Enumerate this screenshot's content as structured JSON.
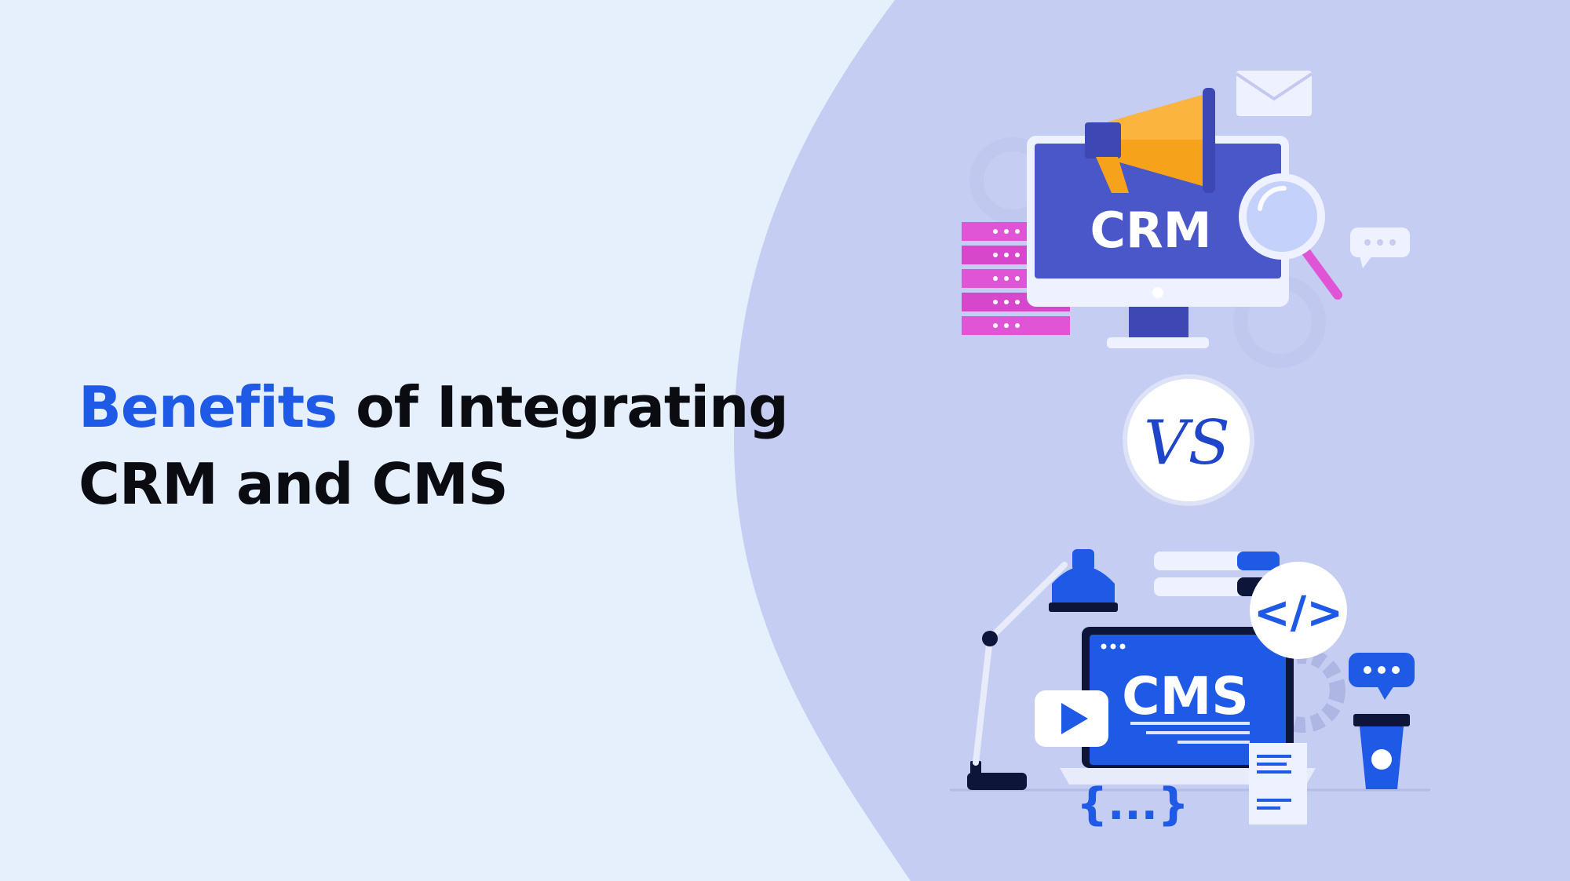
{
  "headline": {
    "highlight": "Benefits",
    "line1_rest": " of Integrating",
    "line2": "CRM and CMS"
  },
  "illustration": {
    "crm_label": "CRM",
    "vs_label": "VS",
    "cms_label": "CMS",
    "code_tag_label": "</>",
    "braces_label": "{...}"
  },
  "colors": {
    "page_background": "#e6f0fd",
    "panel_background": "#c5cdf3",
    "headline_text": "#0b0b12",
    "headline_accent": "#1f5ae6",
    "crm_screen": "#4a57c8",
    "megaphone": "#f7a21b",
    "server_rack": "#e055d6",
    "cms_screen": "#1f5ae6",
    "navy": "#0d1538"
  }
}
